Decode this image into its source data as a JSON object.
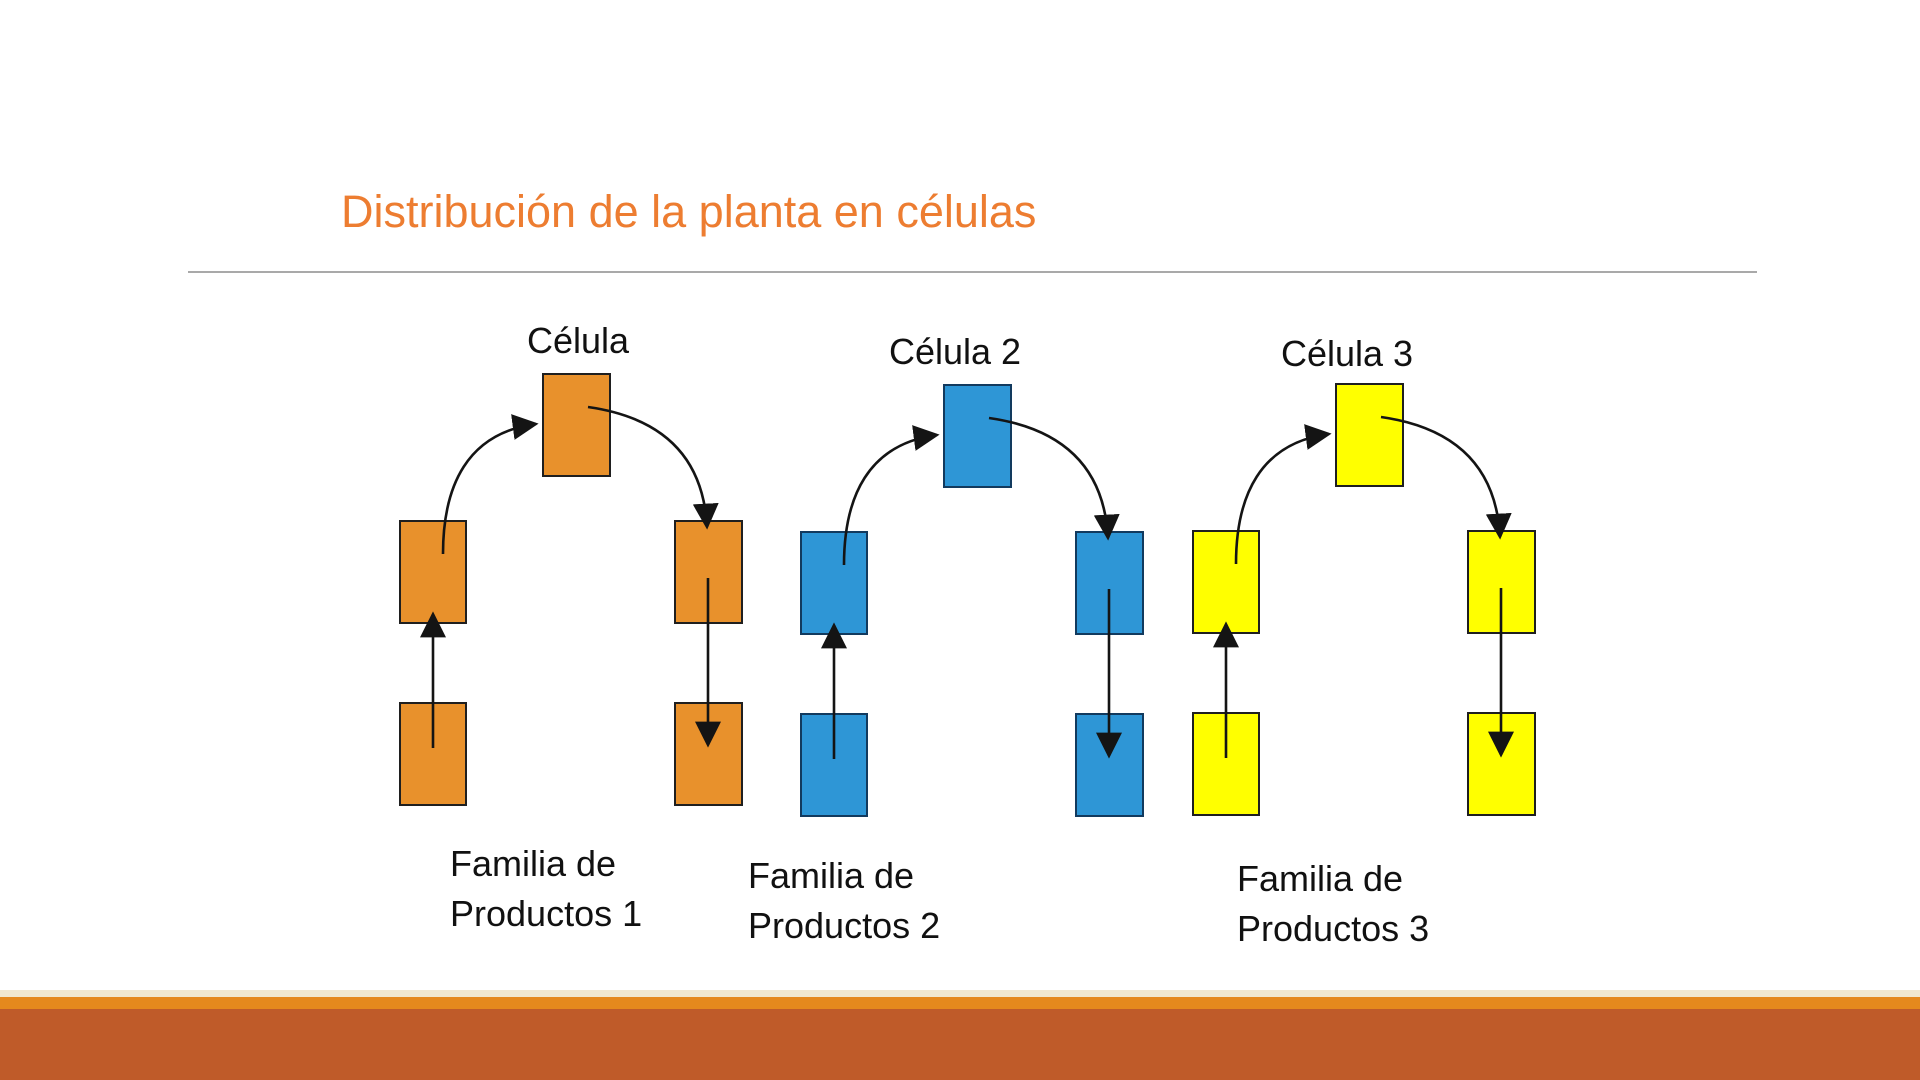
{
  "slide": {
    "title": "Distribución de la planta en células",
    "title_color": "#ED7D31",
    "divider_color": "#a9a9a9",
    "background_color": "#ffffff"
  },
  "cells": [
    {
      "label": "Célula",
      "color": "#E8912C",
      "family": {
        "line1": "Familia de",
        "line2": "Productos 1"
      }
    },
    {
      "label": "Célula 2",
      "color": "#2E96D6",
      "family": {
        "line1": "Familia de",
        "line2": "Productos 2"
      }
    },
    {
      "label": "Célula 3",
      "color": "#FFFF00",
      "family": {
        "line1": "Familia de",
        "line2": "Productos 3"
      }
    }
  ],
  "diagram": {
    "arrow_color": "#141414",
    "shape_outline_color": "#1f1f1f"
  },
  "footer": {
    "accent_strip_color": "#E5891D",
    "bar_color": "#BF5B29"
  }
}
